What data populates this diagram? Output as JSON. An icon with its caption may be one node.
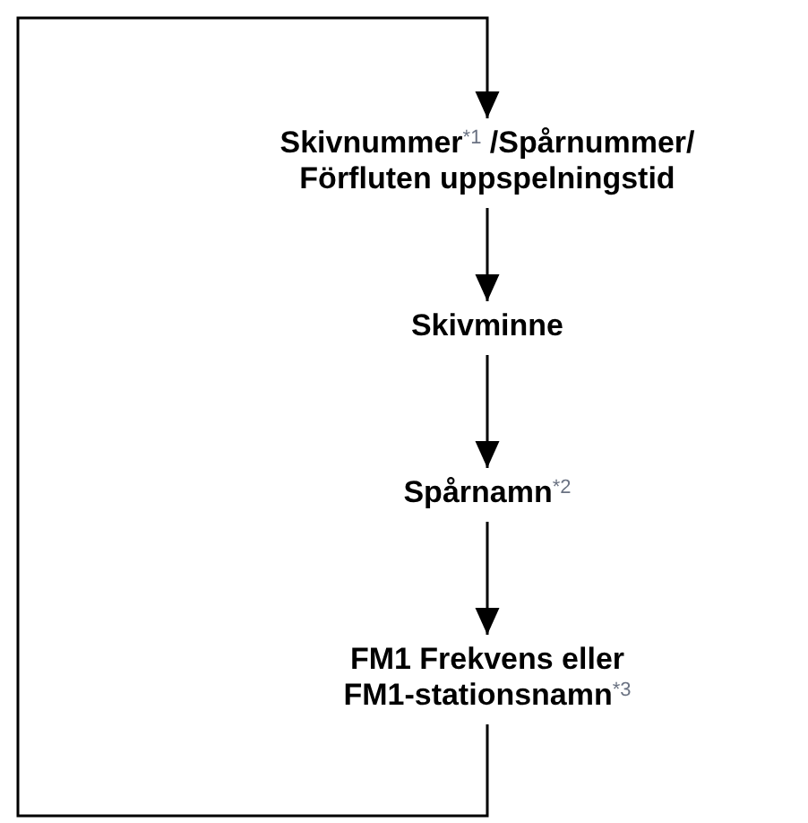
{
  "diagram": {
    "nodes": [
      {
        "text": [
          "Skivnummer$^{*1}$ /Spårnummer/ Förfluten uppspelningstid"
        ]
      },
      {
        "text": [
          "Skivminne"
        ]
      },
      {
        "text": [
          "Spårnamn$^{*2}$"
        ]
      },
      {
        "text": [
          "FM1 Frekvens eller FM1-stationsnamn$^{*3}$"
        ]
      }
    ],
    "edges": [
      {
        "from": 0,
        "to": 1,
        "arrow": "to"
      },
      {
        "from": 1,
        "to": 2,
        "arrow": "to"
      },
      {
        "from": 2,
        "to": 3,
        "arrow": "to"
      },
      {
        "from": 3,
        "to": 0,
        "arrow": "to"
      }
    ]
  }
}
